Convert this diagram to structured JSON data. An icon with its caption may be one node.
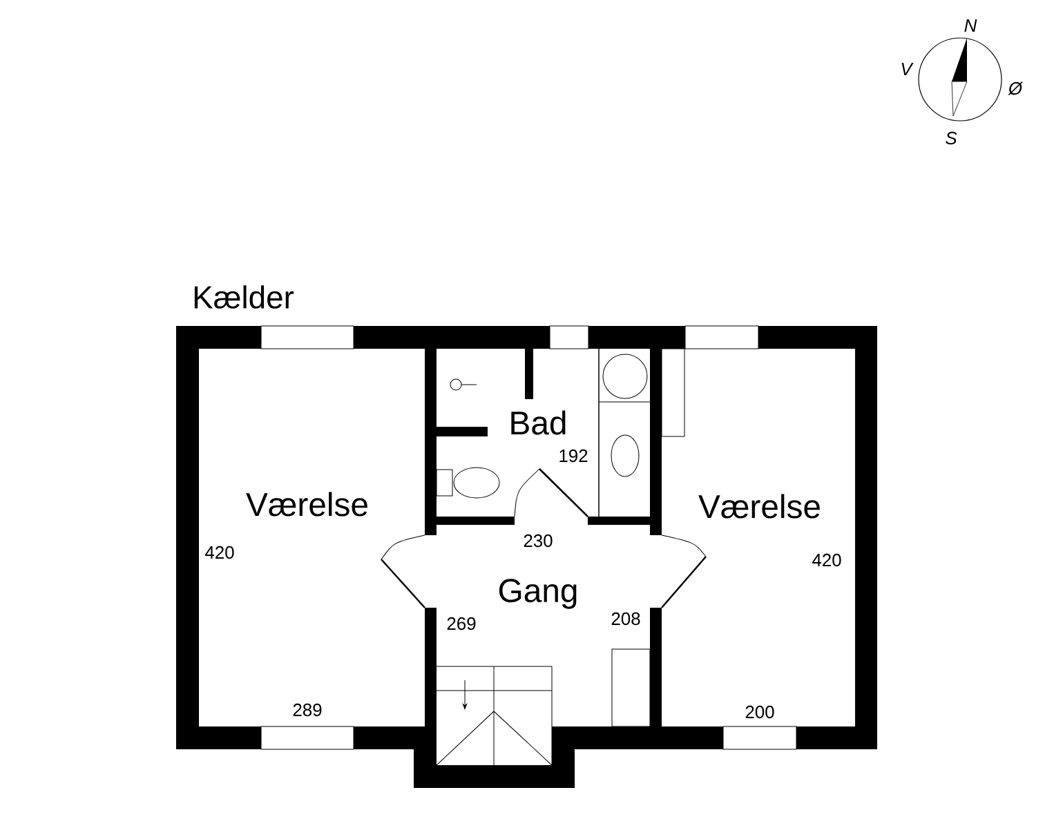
{
  "diagram": {
    "title": "Kælder",
    "nodes": [
      {
        "text": [
          "Værelse"
        ]
      },
      {
        "text": [
          "Bad"
        ]
      },
      {
        "text": [
          "Gang"
        ]
      },
      {
        "text": [
          "Værelse"
        ]
      }
    ],
    "labels": [
      "N",
      "V",
      "Ø",
      "S",
      "192",
      "420",
      "230",
      "420",
      "269",
      "208",
      "289",
      "200"
    ]
  }
}
